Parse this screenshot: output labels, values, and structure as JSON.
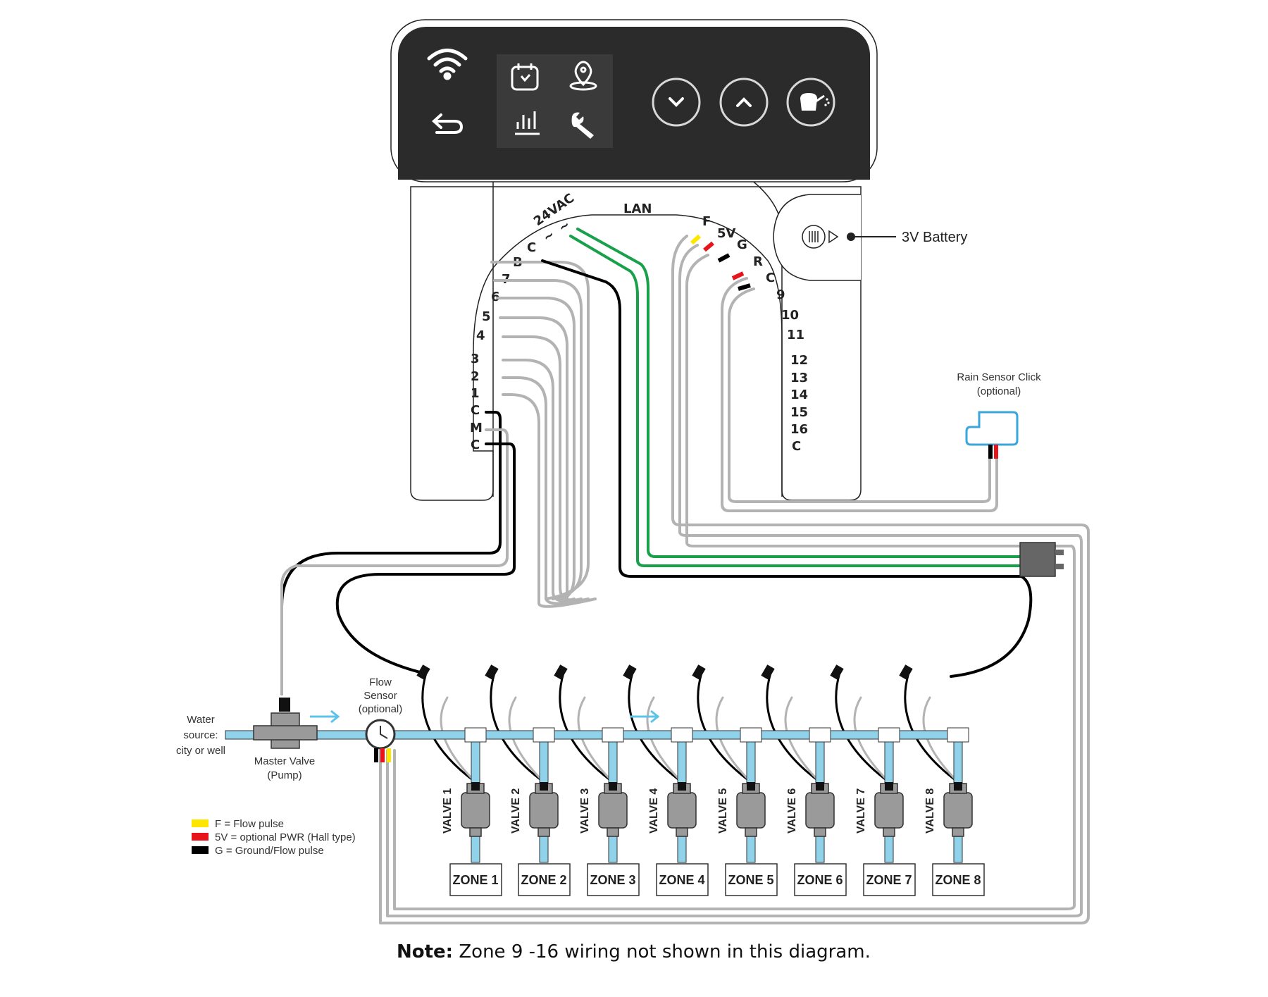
{
  "controller": {
    "panel_icons": [
      "wifi-icon",
      "back-arrow-icon",
      "calendar-icon",
      "location-pin-icon",
      "bar-chart-icon",
      "wrench-icon"
    ],
    "buttons": [
      {
        "name": "down-button",
        "icon": "chevron-down-icon"
      },
      {
        "name": "up-button",
        "icon": "chevron-up-icon"
      },
      {
        "name": "manual-water-button",
        "icon": "watering-can-icon"
      }
    ]
  },
  "terminals": {
    "lan": "LAN",
    "ac_label": "24VAC",
    "ac_tilde_1": "~",
    "ac_tilde_2": "~",
    "left": [
      "C",
      "B",
      "7",
      "6",
      "5",
      "4",
      "3",
      "2",
      "1",
      "C",
      "M",
      "C"
    ],
    "right": [
      "F",
      "5V",
      "G",
      "R",
      "C",
      "9",
      "10",
      "11",
      "12",
      "13",
      "14",
      "15",
      "16",
      "C"
    ]
  },
  "battery_label": "3V Battery",
  "rain_sensor": {
    "line1": "Rain Sensor Click",
    "line2": "(optional)"
  },
  "flow_sensor": {
    "line1": "Flow",
    "line2": "Sensor",
    "line3": "(optional)"
  },
  "water_source": {
    "line1": "Water",
    "line2": "source:",
    "line3": "city or well"
  },
  "master_valve": {
    "line1": "Master Valve",
    "line2": "(Pump)"
  },
  "legend": [
    {
      "color": "#ffe600",
      "text": "F = Flow pulse"
    },
    {
      "color": "#e8141c",
      "text": "5V = optional PWR (Hall type)"
    },
    {
      "color": "#000000",
      "text": "G = Ground/Flow pulse"
    }
  ],
  "valves": [
    "VALVE 1",
    "VALVE 2",
    "VALVE 3",
    "VALVE 4",
    "VALVE 5",
    "VALVE 6",
    "VALVE 7",
    "VALVE 8"
  ],
  "zones": [
    "ZONE 1",
    "ZONE 2",
    "ZONE 3",
    "ZONE 4",
    "ZONE 5",
    "ZONE 6",
    "ZONE 7",
    "ZONE 8"
  ],
  "note": {
    "bold": "Note:",
    "text": " Zone 9 -16 wiring not shown in this diagram."
  },
  "colors": {
    "wire_common": "#000000",
    "wire_zone": "#b3b3b3",
    "wire_lan": "#19a04a",
    "pipe": "#8fd2ea",
    "flow_arrow": "#5ec3e8",
    "panel": "#2b2b2b",
    "device": "#9a9a9a"
  }
}
